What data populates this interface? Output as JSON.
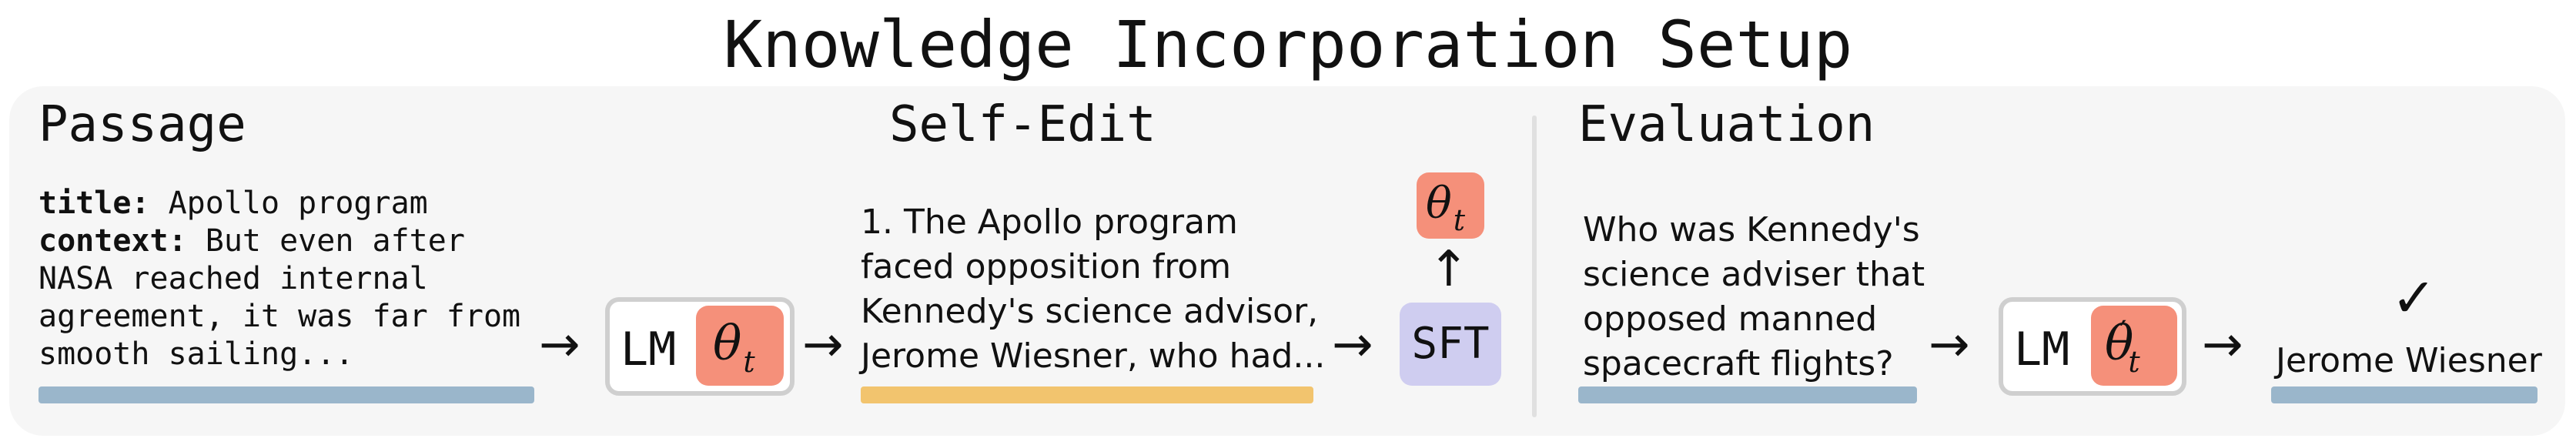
{
  "title": "Knowledge Incorporation Setup",
  "sections": {
    "passage": "Passage",
    "self_edit": "Self-Edit",
    "evaluation": "Evaluation"
  },
  "passage": {
    "title_key": "title:",
    "title_value": "Apollo program",
    "context_key": "context:",
    "context_line1": "But even after",
    "lines": [
      "NASA reached internal",
      "agreement, it was far from",
      "smooth sailing..."
    ]
  },
  "self_edit": {
    "lines": [
      "1. The Apollo program",
      "faced opposition from",
      "Kennedy's science advisor,",
      "Jerome Wiesner, who had..."
    ]
  },
  "evaluation": {
    "question_lines": [
      "Who was Kennedy's",
      "science adviser that",
      "opposed manned",
      "spacecraft flights?"
    ],
    "answer": "Jerome Wiesner"
  },
  "nodes": {
    "lm_label": "LM",
    "sft_label": "SFT",
    "theta": "θ",
    "theta_sub": "t",
    "prime": "′"
  },
  "icons": {
    "arrow": "arrow-right-icon",
    "arrow_up": "arrow-up-icon",
    "check": "check-icon"
  },
  "colors": {
    "theta_chip": "#f5907a",
    "sft_box": "#cfcdf0",
    "passage_bar": "#9ab6cb",
    "self_edit_bar": "#f2c46e",
    "panel": "#f6f6f6"
  }
}
